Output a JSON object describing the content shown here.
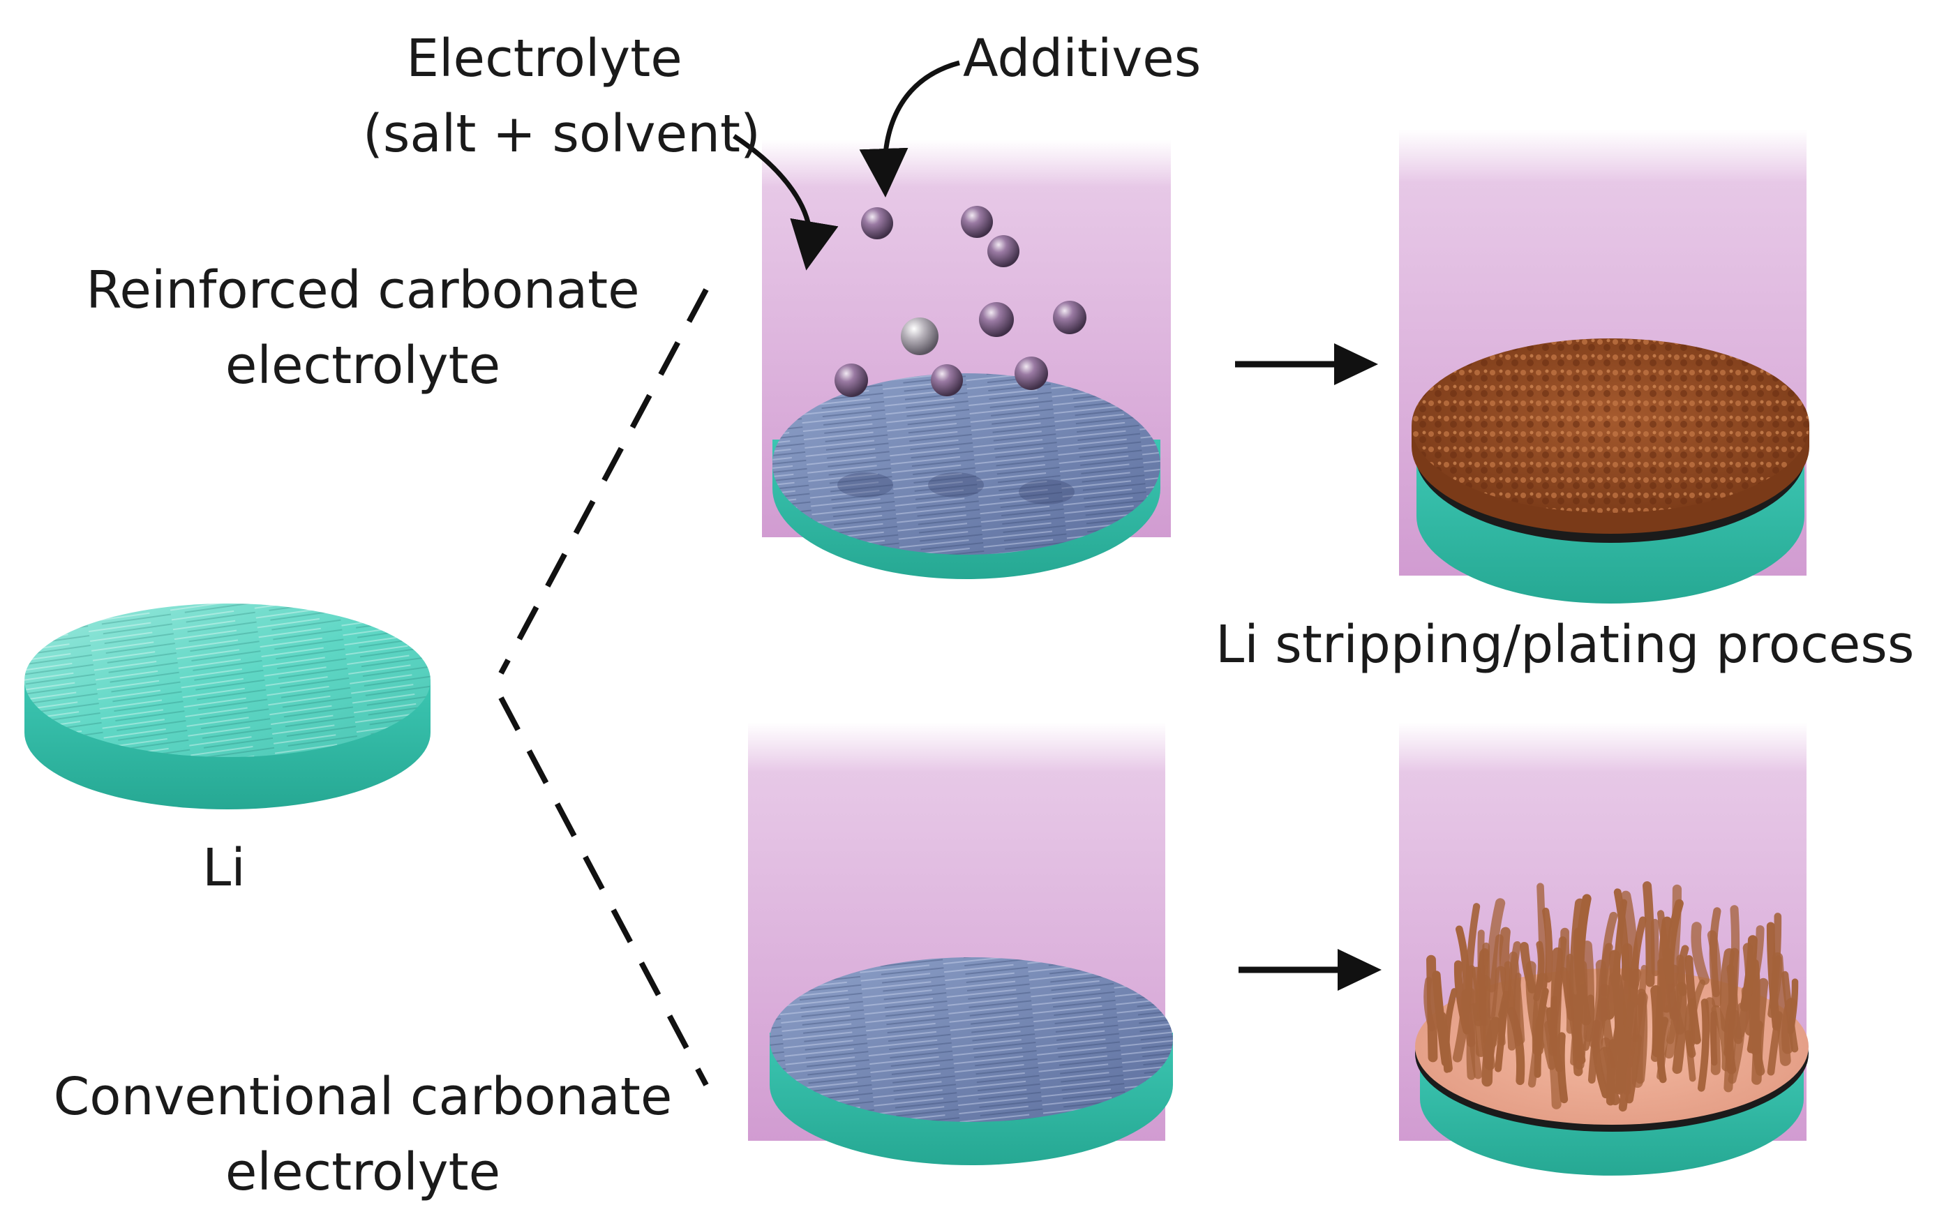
{
  "labels": {
    "electrolyte_line1": "Electrolyte",
    "electrolyte_line2": "(salt + solvent)",
    "additives": "Additives",
    "reinforced_line1": "Reinforced carbonate",
    "reinforced_line2": "electrolyte",
    "conventional_line1": "Conventional carbonate",
    "conventional_line2": "electrolyte",
    "li": "Li",
    "process": "Li stripping/plating process"
  },
  "colors": {
    "lithium_teal": "#4fd1bf",
    "lithium_side": "#2fb3a0",
    "electrolyte_pink": "#c98ac9",
    "treated_surface_blue": "#6f7fb0",
    "additive_sphere": "#7a5a82",
    "deposit_brown": "#9a4f25",
    "dendrite_brown": "#a4623a",
    "arrow": "#111111"
  },
  "icons": {
    "additive": "sphere-icon",
    "arrow": "right-arrow-icon"
  }
}
